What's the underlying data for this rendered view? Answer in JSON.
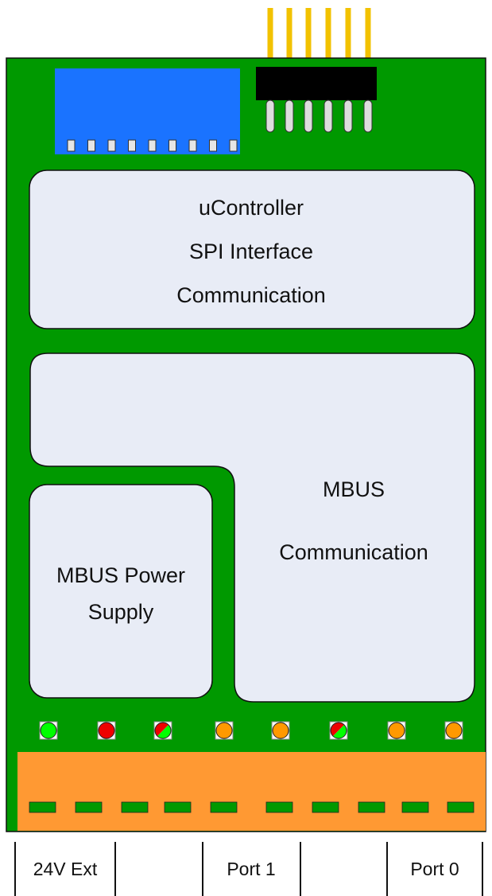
{
  "colors": {
    "pcb": "#009900",
    "panel": "#e8ecf6",
    "blue_module": "#1a73ff",
    "connector": "#ff9933",
    "pin_gold": "#f2c200",
    "header_body": "#000000",
    "led_green": "#00ff00",
    "led_red": "#ee0000",
    "led_orange": "#ff9900"
  },
  "blocks": {
    "controller": {
      "line1": "uController",
      "line2": "SPI Interface",
      "line3": "Communication"
    },
    "mbus_comm": {
      "line1": "MBUS",
      "line2": "Communication"
    },
    "power_supply": {
      "line1": "MBUS Power",
      "line2": "Supply"
    }
  },
  "leds": [
    "green",
    "red",
    "red-green",
    "orange",
    "orange",
    "red-green",
    "orange",
    "orange"
  ],
  "ports": {
    "ext": "24V Ext",
    "port1": "Port 1",
    "port0": "Port 0"
  }
}
